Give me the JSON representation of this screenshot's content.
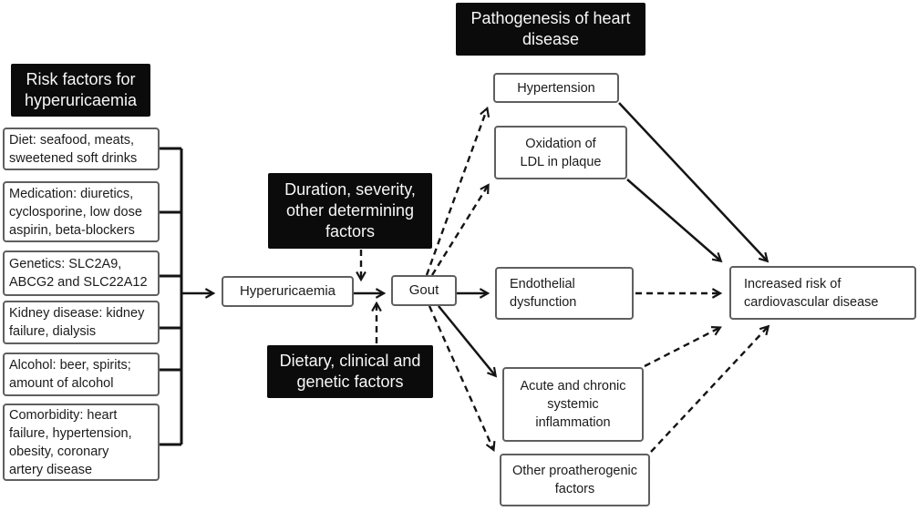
{
  "headers": {
    "risk_factors": "Risk factors for\nhyperuricaemia",
    "pathogenesis": "Pathogenesis of heart\ndisease"
  },
  "modifiers": {
    "duration": "Duration, severity,\nother determining\nfactors",
    "dietary": "Dietary, clinical and\ngenetic factors"
  },
  "risk_factors": [
    "Diet: seafood, meats,\nsweetened soft drinks",
    "Medication: diuretics,\ncyclosporine, low dose\naspirin, beta-blockers",
    "Genetics: SLC2A9,\nABCG2 and SLC22A12",
    "Kidney disease: kidney\nfailure, dialysis",
    "Alcohol: beer, spirits;\namount of alcohol",
    "Comorbidity: heart\nfailure, hypertension,\nobesity, coronary\nartery disease"
  ],
  "core": {
    "hyperuricaemia": "Hyperuricaemia",
    "gout": "Gout"
  },
  "mechanisms": [
    "Hypertension",
    "Oxidation of\nLDL in plaque",
    "Endothelial\ndysfunction",
    "Acute and chronic\nsystemic\ninflammation",
    "Other proatherogenic\nfactors"
  ],
  "outcome": "Increased risk of\ncardiovascular disease",
  "colors": {
    "black_box_bg": "#0b0b0b",
    "black_box_text": "#f7f7f7",
    "white_box_border": "#5f5f5f",
    "line": "#141414"
  }
}
